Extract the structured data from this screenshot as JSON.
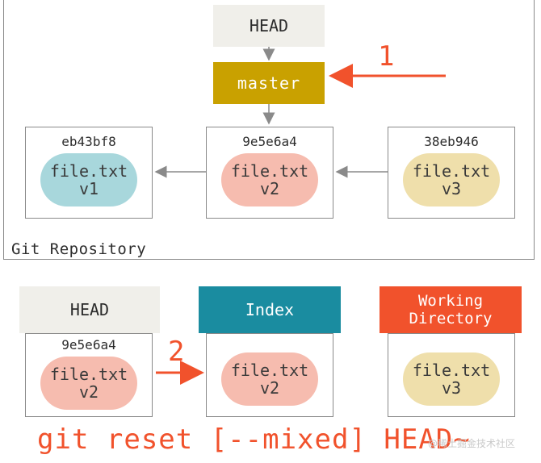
{
  "repository": {
    "label": "Git Repository",
    "head_label": "HEAD",
    "branch_label": "master",
    "commits": [
      {
        "sha": "eb43bf8",
        "file": "file.txt",
        "version": "v1",
        "color": "#a8d7dc"
      },
      {
        "sha": "9e5e6a4",
        "file": "file.txt",
        "version": "v2",
        "color": "#f6bcaf"
      },
      {
        "sha": "38eb946",
        "file": "file.txt",
        "version": "v3",
        "color": "#efdfab"
      }
    ],
    "step_marker": "1"
  },
  "trees": {
    "head": {
      "title": "HEAD",
      "sha": "9e5e6a4",
      "file": "file.txt",
      "version": "v2",
      "color": "#f6bcaf"
    },
    "index": {
      "title": "Index",
      "file": "file.txt",
      "version": "v2",
      "color": "#f6bcaf"
    },
    "working_directory": {
      "title_line1": "Working",
      "title_line2": "Directory",
      "file": "file.txt",
      "version": "v3",
      "color": "#efdfab"
    },
    "step_marker": "2"
  },
  "command": "git reset [--mixed] HEAD~",
  "watermark": "@稀土掘金技术社区",
  "colors": {
    "accent_red": "#f1522c",
    "branch_gold": "#c9a100",
    "index_teal": "#1a8ca0",
    "head_gray": "#f0efea",
    "border_gray": "#8a8a8a"
  }
}
